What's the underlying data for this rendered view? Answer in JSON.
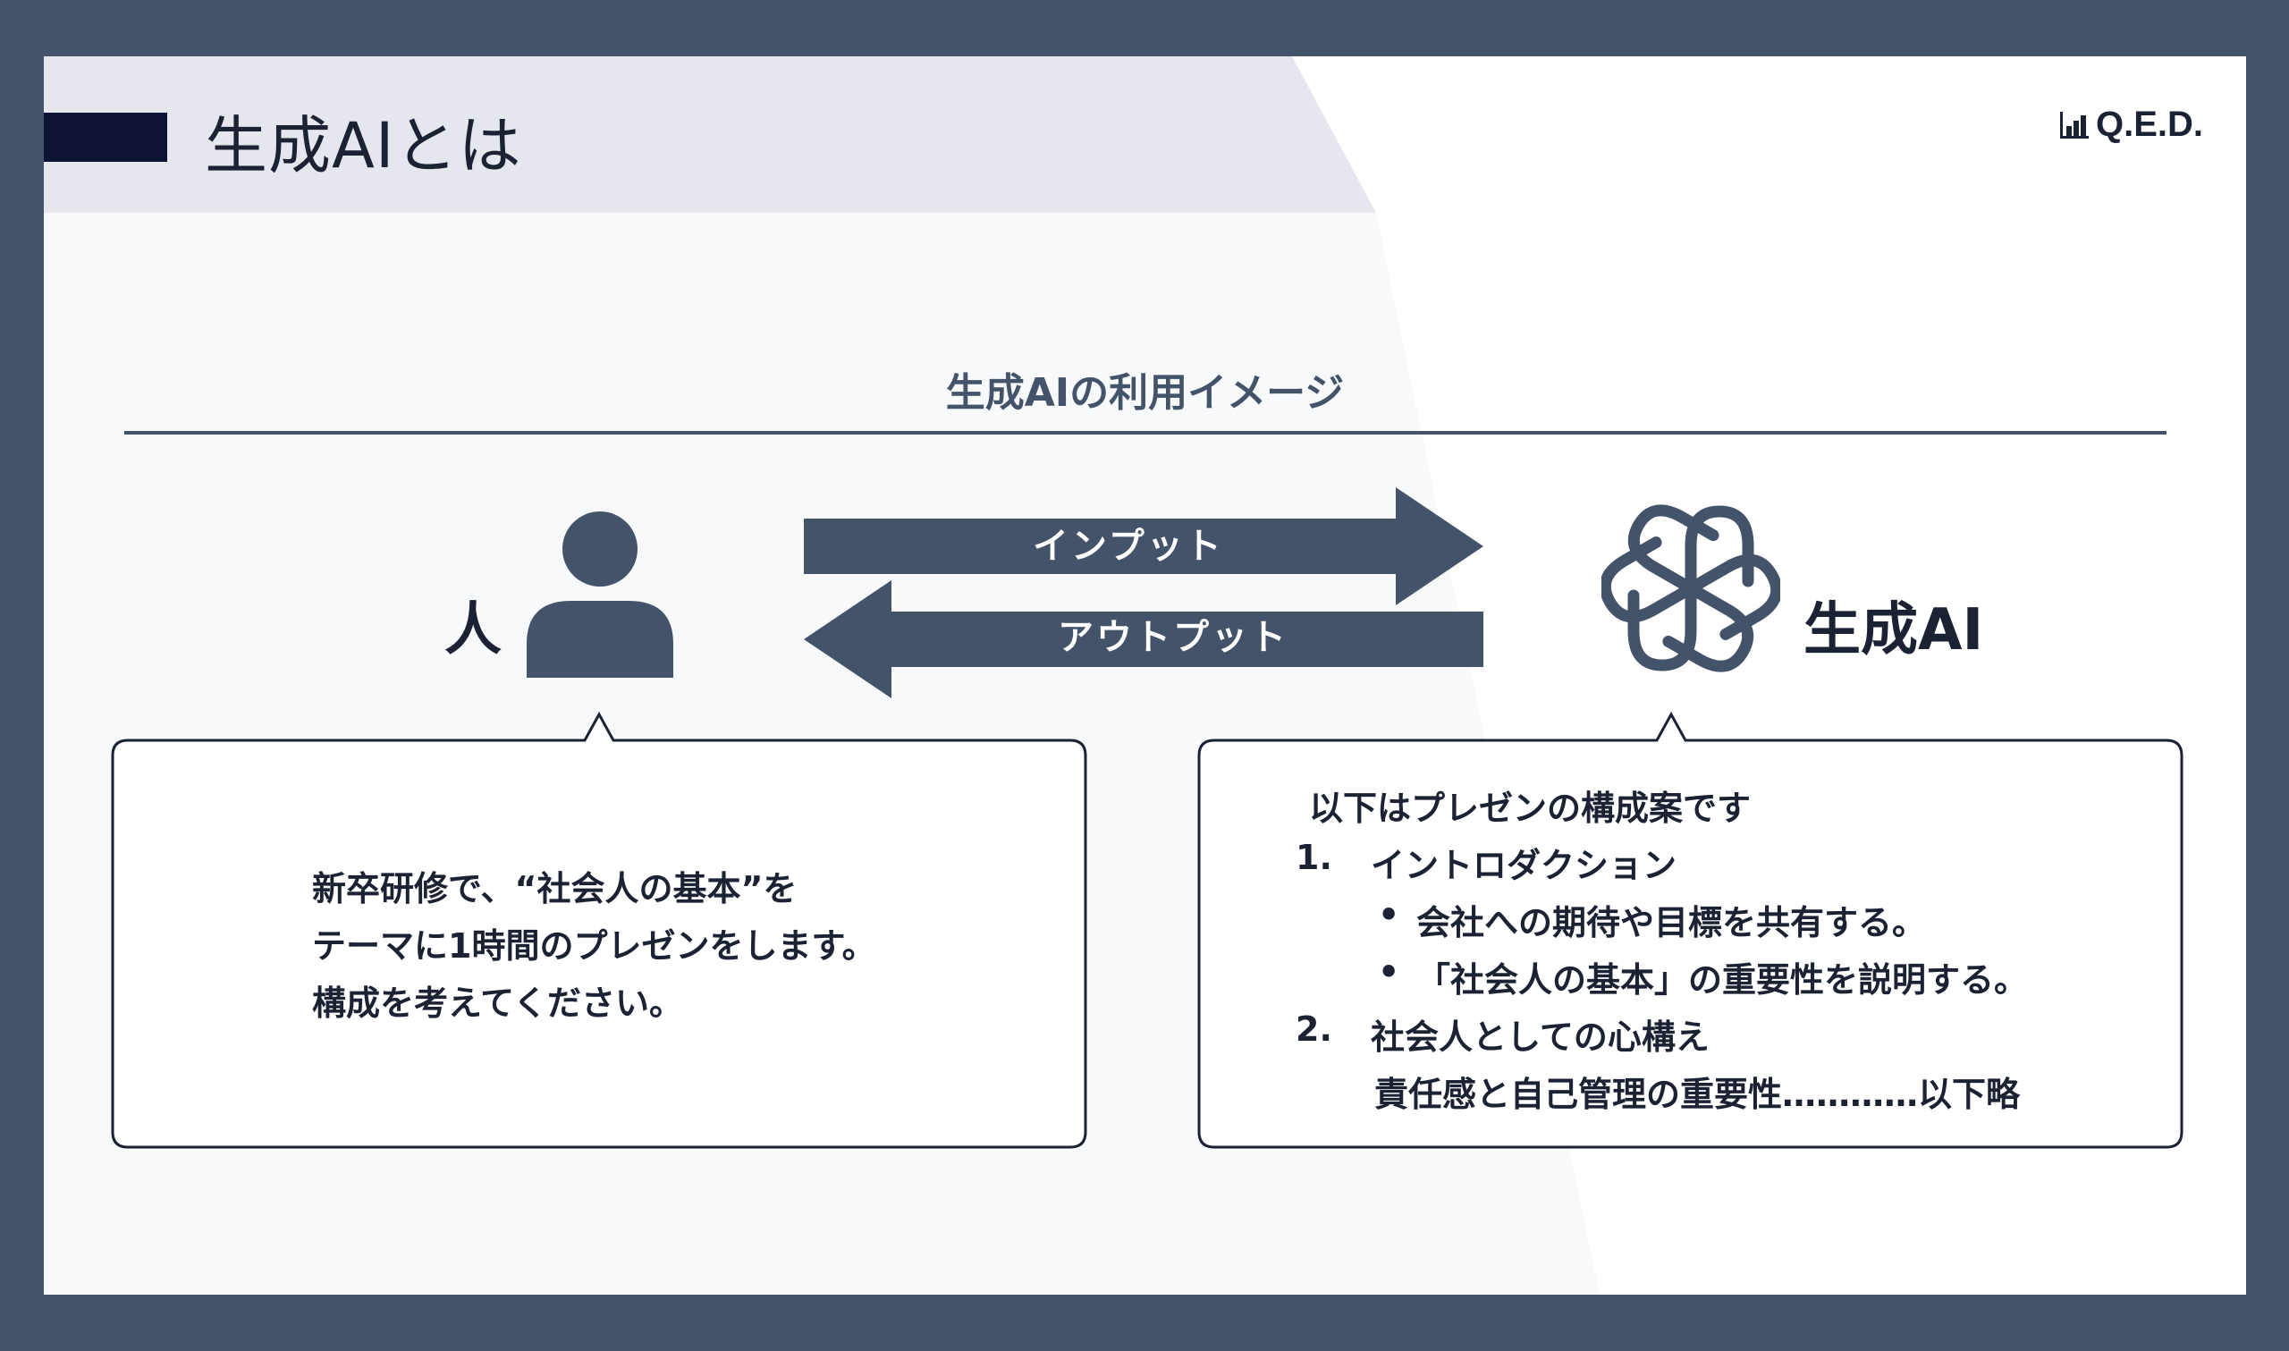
{
  "header": {
    "title": "生成AIとは",
    "logo_text": "Q.E.D.",
    "logo_icon": "bar-chart-icon"
  },
  "section": {
    "title": "生成AIの利用イメージ"
  },
  "diagram": {
    "person_label": "人",
    "person_icon": "user-icon",
    "input_label": "インプット",
    "output_label": "アウトプット",
    "ai_label": "生成AI",
    "ai_icon": "openai-logo-icon"
  },
  "prompt_bubble": {
    "lines": [
      "新卒研修で、“社会人の基本”を",
      "テーマに1時間のプレゼンをします。",
      "構成を考えてください。"
    ]
  },
  "response_bubble": {
    "intro": "以下はプレゼンの構成案です",
    "item1_number": "1.",
    "item1_title": "イントロダクション",
    "bullet_glyph": "•",
    "item1_bullets": [
      "会社への期待や目標を共有する。",
      "「社会人の基本」の重要性を説明する。"
    ],
    "item2_number": "2.",
    "item2_title": "社会人としての心構え",
    "item2_detail": "責任感と自己管理の重要性…………以下略"
  },
  "colors": {
    "frame": "#435369",
    "title_band": "#e6e7ee",
    "title_bar": "#0e1333",
    "arrow": "#435369",
    "text": "#1b2233"
  }
}
